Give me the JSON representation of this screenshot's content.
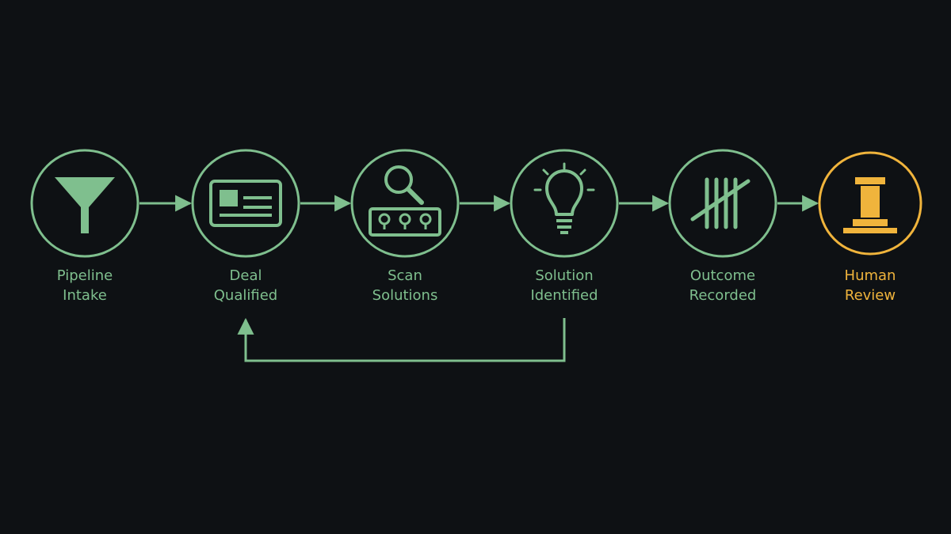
{
  "colors": {
    "background": "#0e1114",
    "primary": "#7fbf8e",
    "highlight": "#f0b43c"
  },
  "steps": [
    {
      "id": "intake",
      "line1": "Pipeline",
      "line2": "Intake",
      "icon": "funnel-icon",
      "status": "normal"
    },
    {
      "id": "qualified",
      "line1": "Deal",
      "line2": "Qualified",
      "icon": "id-card-icon",
      "status": "normal"
    },
    {
      "id": "scan",
      "line1": "Scan",
      "line2": "Solutions",
      "icon": "magnifier-lightbulbs-icon",
      "status": "normal"
    },
    {
      "id": "identified",
      "line1": "Solution",
      "line2": "Identified",
      "icon": "lightbulb-icon",
      "status": "normal"
    },
    {
      "id": "recorded",
      "line1": "Outcome",
      "line2": "Recorded",
      "icon": "tally-marks-icon",
      "status": "normal"
    },
    {
      "id": "review",
      "line1": "Human",
      "line2": "Review",
      "icon": "pillar-icon",
      "status": "highlight"
    }
  ],
  "connections": [
    {
      "from": "intake",
      "to": "qualified"
    },
    {
      "from": "qualified",
      "to": "scan"
    },
    {
      "from": "scan",
      "to": "identified"
    },
    {
      "from": "identified",
      "to": "recorded"
    },
    {
      "from": "recorded",
      "to": "review"
    }
  ],
  "loop_back": {
    "from": "identified",
    "to": "qualified"
  }
}
